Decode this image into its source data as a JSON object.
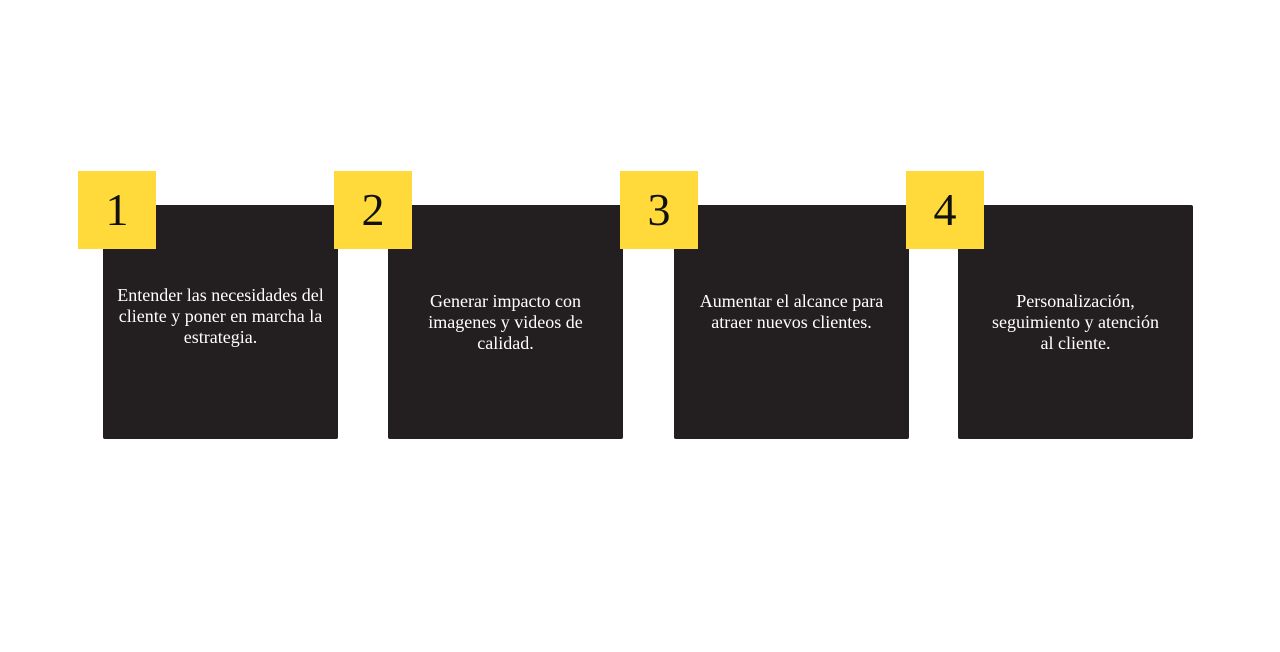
{
  "steps": [
    {
      "number": "1",
      "text": "Entender las necesidades del cliente y poner en marcha la estrategia."
    },
    {
      "number": "2",
      "text": "Generar impacto con imagenes y videos de calidad."
    },
    {
      "number": "3",
      "text": "Aumentar el alcance para atraer nuevos clientes."
    },
    {
      "number": "4",
      "text": "Personalización, seguimiento y atención al cliente."
    }
  ],
  "colors": {
    "card": "#231f20",
    "badge": "#ffda3a",
    "text": "#ffffff",
    "background": "#ffffff"
  }
}
